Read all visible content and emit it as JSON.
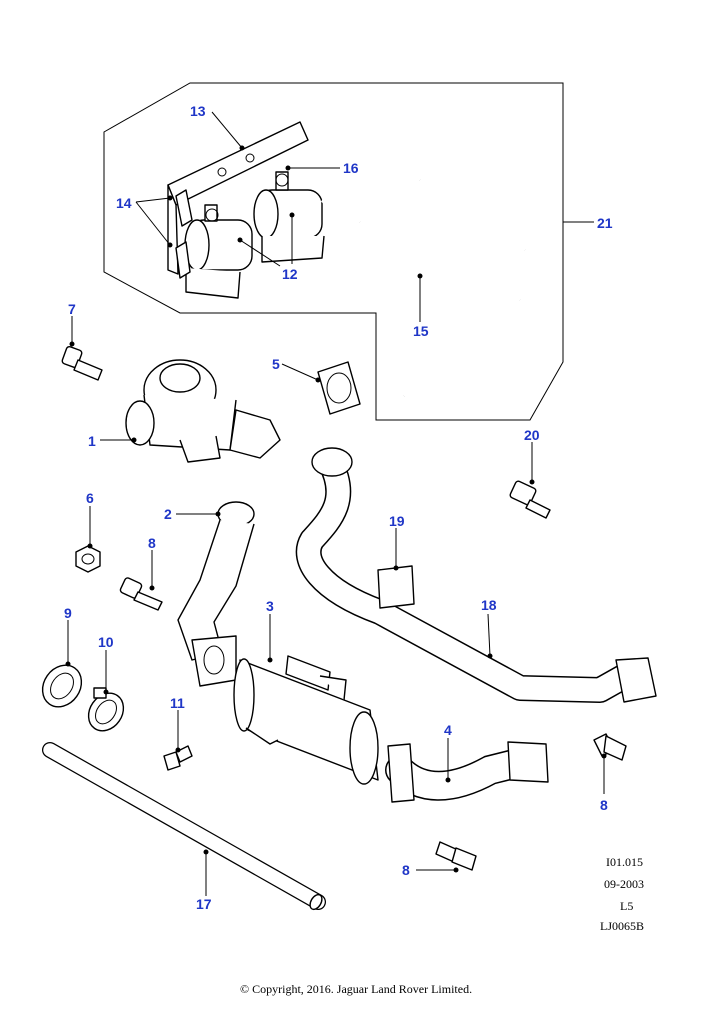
{
  "callouts": {
    "c1": "1",
    "c2": "2",
    "c3": "3",
    "c4": "4",
    "c5": "5",
    "c6": "6",
    "c7": "7",
    "c8a": "8",
    "c8b": "8",
    "c8c": "8",
    "c9": "9",
    "c10": "10",
    "c11": "11",
    "c12": "12",
    "c13": "13",
    "c14": "14",
    "c15": "15",
    "c16": "16",
    "c17": "17",
    "c18": "18",
    "c19": "19",
    "c20": "20",
    "c21": "21"
  },
  "reference": {
    "code": "I01.015",
    "date": "09-2003",
    "level": "L5",
    "drawing_id": "LJ0065B"
  },
  "copyright": "© Copyright, 2016. Jaguar Land Rover Limited.",
  "colors": {
    "callout": "#1f36c7",
    "line": "#000000"
  }
}
